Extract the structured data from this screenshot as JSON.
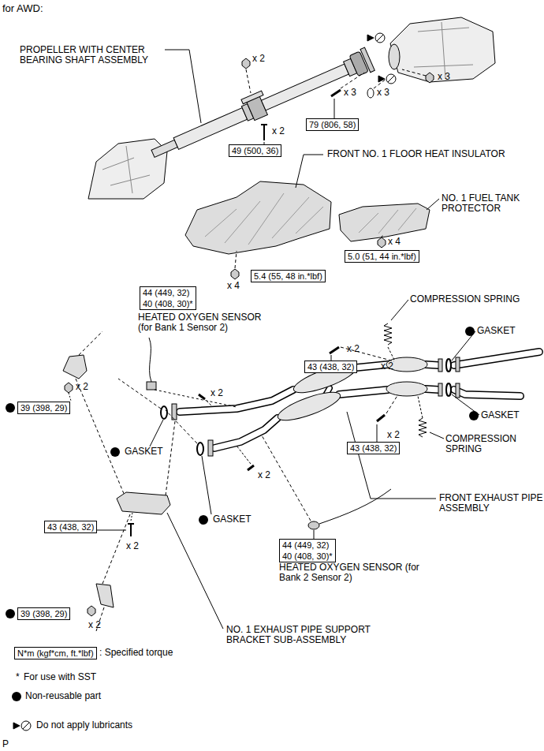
{
  "diagram": {
    "title": "for AWD:",
    "nodes": [
      {
        "text": [
          "79 (806, 58)"
        ]
      },
      {
        "text": [
          "49 (500, 36)"
        ]
      },
      {
        "text": [
          "5.0 (51, 44 in.*lbf)"
        ]
      },
      {
        "text": [
          "5.4 (55, 48 in.*lbf)"
        ]
      },
      {
        "text": [
          "44 (449, 32)",
          "40 (408, 30)*"
        ]
      },
      {
        "text": [
          "43 (438, 32)"
        ]
      },
      {
        "text": [
          "39 (398, 29)"
        ]
      },
      {
        "text": [
          "43 (438, 32)"
        ]
      },
      {
        "text": [
          "43 (438, 32)"
        ]
      },
      {
        "text": [
          "44 (449, 32)",
          "40 (408, 30)*"
        ]
      },
      {
        "text": [
          "39 (398, 29)"
        ]
      },
      {
        "text": [
          "N*m (kgf*cm, ft.*lbf)"
        ]
      }
    ],
    "labels": [
      "PROPELLER WITH CENTER BEARING SHAFT ASSEMBLY",
      "x 2",
      "x 3",
      "x 3",
      "x 3",
      "x 2",
      "FRONT NO. 1 FLOOR HEAT INSULATOR",
      "NO. 1 FUEL TANK PROTECTOR",
      "x 4",
      "x 4",
      "HEATED OXYGEN SENSOR (for Bank 1 Sensor 2)",
      "COMPRESSION SPRING",
      "GASKET",
      "x 2",
      "x 2",
      "x 2",
      "x 2",
      "GASKET",
      "x 2",
      "COMPRESSION SPRING",
      "GASKET",
      "x 2",
      "FRONT EXHAUST PIPE ASSEMBLY",
      "GASKET",
      "x 2",
      "HEATED OXYGEN SENSOR (for Bank 2 Sensor 2)",
      "x 2",
      "NO. 1 EXHAUST PIPE SUPPORT BRACKET SUB-ASSEMBLY",
      "*",
      "P"
    ],
    "legend": [
      {
        "text": ": Specified torque"
      },
      {
        "text": "For use with SST"
      },
      {
        "text": "Non-reusable part"
      },
      {
        "text": "Do not apply lubricants"
      }
    ]
  }
}
